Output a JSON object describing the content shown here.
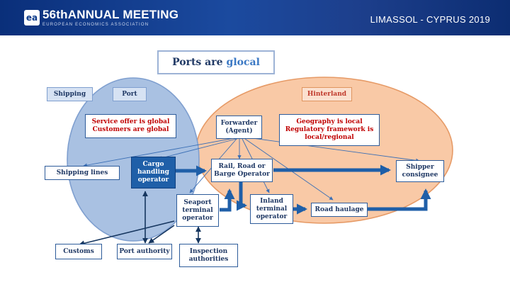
{
  "banner": {
    "logo_mark": "ea",
    "title": "56thANNUAL MEETING",
    "subtitle": "EUROPEAN ECONOMICS ASSOCIATION",
    "location": "LIMASSOL - CYPRUS 2019",
    "background_color": "#123d8c"
  },
  "slide": {
    "title_part1": "Ports are",
    "title_part2": "glocal"
  },
  "zones": {
    "shipping": "Shipping",
    "port": "Port",
    "hinterland": "Hinterland",
    "port_zone_color": "#a9c1e2",
    "hinterland_zone_color": "#f9c9a6"
  },
  "boxes": {
    "service_offer": [
      "Service offer is global",
      "Customers are global"
    ],
    "forwarder": [
      "Forwarder",
      "(Agent)"
    ],
    "geography": [
      "Geography is local",
      "Regulatory framework is",
      "local/regional"
    ],
    "shipping_lines": "Shipping lines",
    "cargo_handling": [
      "Cargo",
      "handling",
      "operator"
    ],
    "rail_road_barge": [
      "Rail, Road or",
      "Barge Operator"
    ],
    "shipper": [
      "Shipper",
      "consignee"
    ],
    "seaport_terminal": [
      "Seaport",
      "terminal",
      "operator"
    ],
    "inland_terminal": [
      "Inland",
      "terminal",
      "operator"
    ],
    "road_haulage": "Road haulage",
    "customs": "Customs",
    "port_authority": "Port authority",
    "inspection": [
      "Inspection",
      "authorities"
    ]
  },
  "colors": {
    "flow_arrow": "#1f5fa8",
    "dark_box": "#1f5fa8",
    "text_navy": "#1f3864",
    "text_red": "#c00000"
  }
}
